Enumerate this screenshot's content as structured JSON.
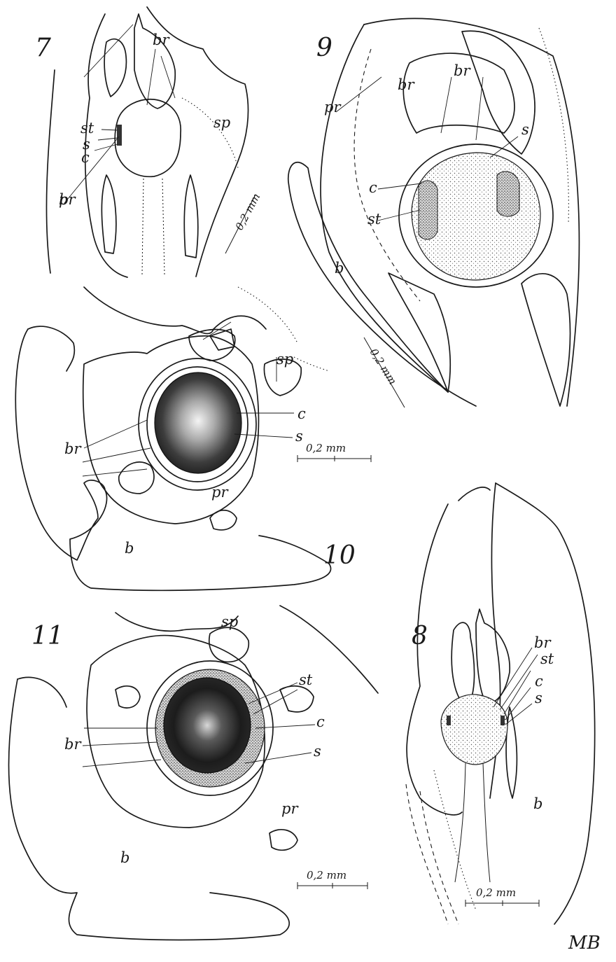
{
  "figures": {
    "fig7": {
      "number": "7",
      "labels": {
        "pr": "pr",
        "br": "br",
        "sp": "sp",
        "st": "st",
        "s": "s",
        "c": "c",
        "b": "b"
      },
      "scale": "0,2 mm"
    },
    "fig9": {
      "number": "9",
      "labels": {
        "pr": "pr",
        "br_left": "br",
        "br_right": "br",
        "s": "s",
        "c": "c",
        "st": "st",
        "b": "b"
      },
      "scale": "0,2 mm"
    },
    "fig10": {
      "number": "10",
      "labels": {
        "sp": "sp",
        "c": "c",
        "s": "s",
        "br": "br",
        "pr": "pr",
        "b": "b"
      },
      "scale": "0,2 mm"
    },
    "fig11": {
      "number": "11",
      "labels": {
        "sp": "sp",
        "st": "st",
        "c": "c",
        "br": "br",
        "s": "s",
        "pr": "pr",
        "b": "b"
      },
      "scale": "0,2 mm"
    },
    "fig8": {
      "number": "8",
      "labels": {
        "br": "br",
        "st": "st",
        "c": "c",
        "s": "s",
        "b": "b"
      },
      "scale": "0,2 mm"
    }
  },
  "signature": "MB"
}
